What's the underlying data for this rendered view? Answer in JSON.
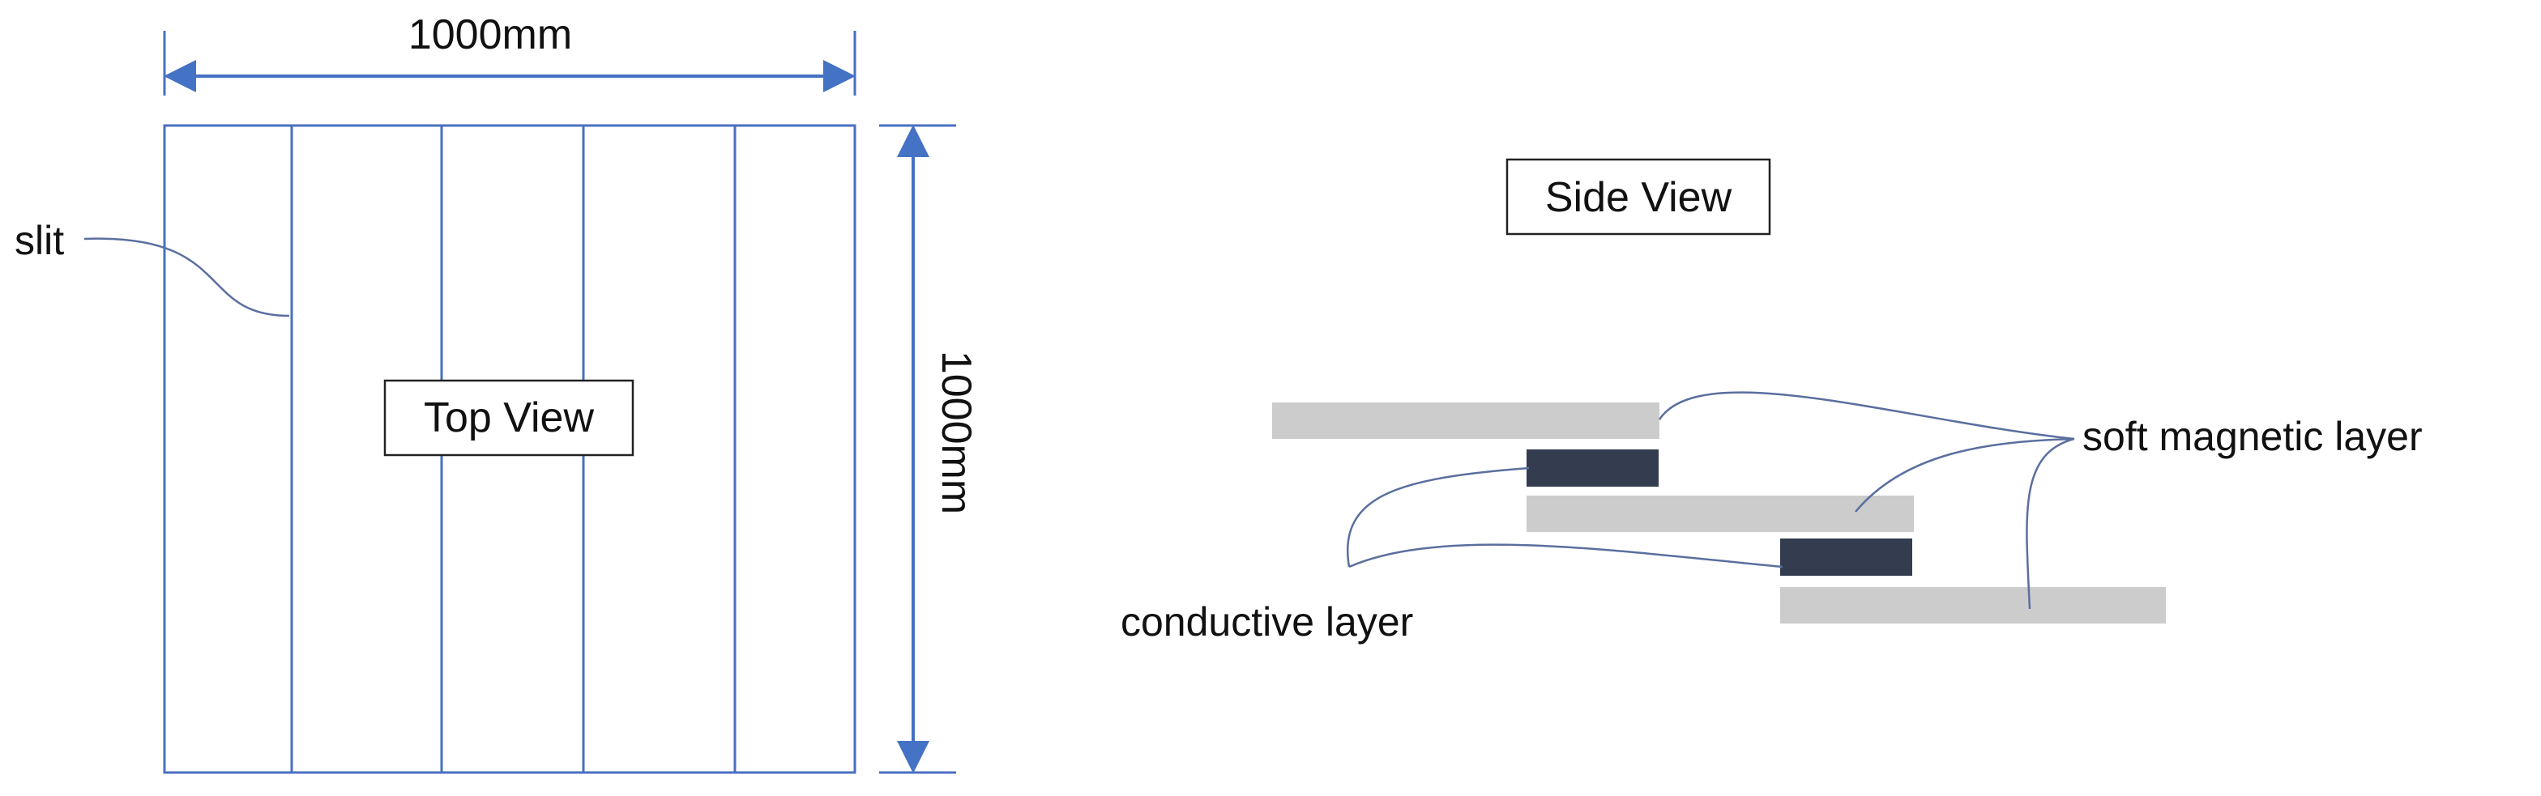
{
  "top_view": {
    "width_label": "1000mm",
    "height_label": "1000mm",
    "title": "Top View",
    "slit_label": "slit",
    "strip_count": 5
  },
  "side_view": {
    "title": "Side View",
    "soft_magnetic_label": "soft magnetic layer",
    "conductive_label": "conductive layer",
    "soft_magnetic_layer_count": 3,
    "conductive_layer_count": 2
  },
  "colors": {
    "outline": "#4a6fc2",
    "dimension_arrow": "#4472c4",
    "leader_line": "#5a6f9f",
    "soft_magnetic_fill": "#cccccc",
    "conductive_fill": "#333d4f",
    "text": "#111111"
  }
}
